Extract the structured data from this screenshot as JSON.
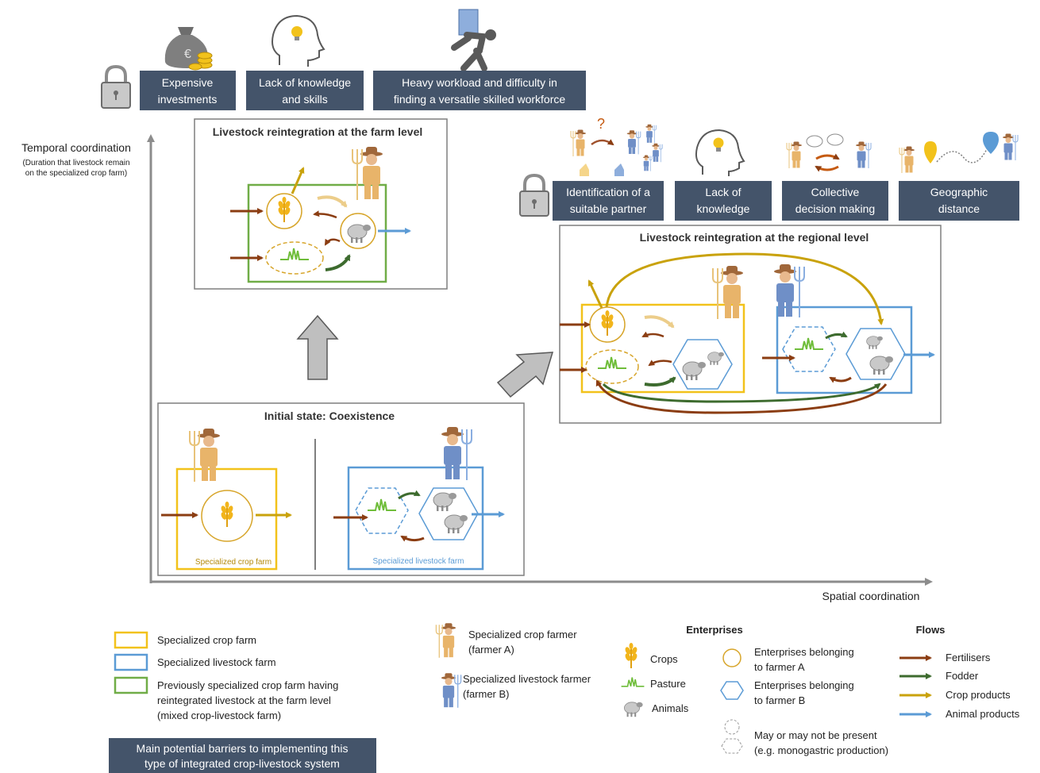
{
  "axes": {
    "y_label": "Temporal coordination",
    "y_sublabel_1": "(Duration that livestock remain",
    "y_sublabel_2": "on the specialized crop farm)",
    "x_label": "Spatial coordination"
  },
  "farm_level": {
    "title": "Livestock reintegration at the farm level",
    "barriers": [
      {
        "line1": "Expensive",
        "line2": "investments",
        "icon": "money-bag-icon"
      },
      {
        "line1": "Lack of knowledge",
        "line2": "and skills",
        "icon": "head-lightbulb-icon"
      },
      {
        "line1": "Heavy workload and difficulty in",
        "line2": "finding a versatile skilled workforce",
        "icon": "worker-carrying-icon"
      }
    ]
  },
  "regional_level": {
    "title": "Livestock reintegration at the regional level",
    "barriers": [
      {
        "line1": "Identification of a",
        "line2": "suitable partner",
        "icon": "farmers-search-icon"
      },
      {
        "line1": "Lack of",
        "line2": "knowledge",
        "icon": "head-lightbulb-icon"
      },
      {
        "line1": "Collective",
        "line2": "decision making",
        "icon": "farmers-discussion-icon"
      },
      {
        "line1": "Geographic",
        "line2": "distance",
        "icon": "map-pin-distance-icon"
      }
    ]
  },
  "initial_state": {
    "title": "Initial state: Coexistence",
    "crop_farm_label": "Specialized crop farm",
    "livestock_farm_label": "Specialized livestock farm"
  },
  "legend": {
    "farm_types": [
      {
        "lines": [
          "Specialized crop farm"
        ],
        "color": "#f2c21b"
      },
      {
        "lines": [
          "Specialized livestock farm"
        ],
        "color": "#5b9bd5"
      },
      {
        "lines": [
          "Previously specialized crop farm having",
          "reintegrated livestock at the farm level",
          "(mixed crop-livestock farm)"
        ],
        "color": "#70ad47"
      }
    ],
    "barrier_box": {
      "line1": "Main potential barriers to implementing this",
      "line2": "type of integrated crop-livestock system"
    },
    "farmers": [
      {
        "line1": "Specialized crop farmer",
        "line2": "(farmer A)"
      },
      {
        "line1": "Specialized livestock farmer",
        "line2": "(farmer B)"
      }
    ],
    "enterprises_title": "Enterprises",
    "enterprise_items": [
      "Crops",
      "Pasture",
      "Animals"
    ],
    "enterprise_shapes": [
      {
        "line1": "Enterprises belonging",
        "line2": "to farmer A"
      },
      {
        "line1": "Enterprises belonging",
        "line2": "to farmer B"
      },
      {
        "line1": "May or may not be present",
        "line2": "(e.g. monogastric production)"
      }
    ],
    "flows_title": "Flows",
    "flows": [
      {
        "label": "Fertilisers",
        "color": "#8b3d12"
      },
      {
        "label": "Fodder",
        "color": "#3d6b2e"
      },
      {
        "label": "Crop products",
        "color": "#c9a20c"
      },
      {
        "label": "Animal products",
        "color": "#5b9bd5"
      }
    ]
  },
  "colors": {
    "barrier_bg": "#44546a",
    "crop": "#f2c21b",
    "livestock": "#5b9bd5",
    "mixed": "#70ad47",
    "fertiliser": "#8b3d12",
    "fodder": "#3d6b2e",
    "crop_product": "#c9a20c",
    "animal_product": "#5b9bd5"
  }
}
